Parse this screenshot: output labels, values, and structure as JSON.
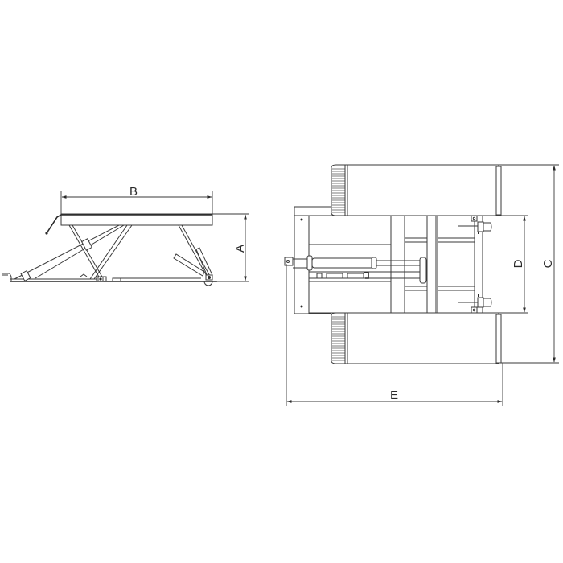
{
  "diagram": {
    "title": "Mid-rise scissor lift dimension drawing",
    "views": [
      {
        "name": "side-view",
        "description": "Scissor lift side elevation"
      },
      {
        "name": "top-view",
        "description": "Scissor lift plan view"
      }
    ],
    "dimensions": {
      "A": "A",
      "B": "B",
      "C": "C",
      "D": "D",
      "E": "E"
    },
    "line_color": "#3a3a3a",
    "background": "#ffffff"
  }
}
